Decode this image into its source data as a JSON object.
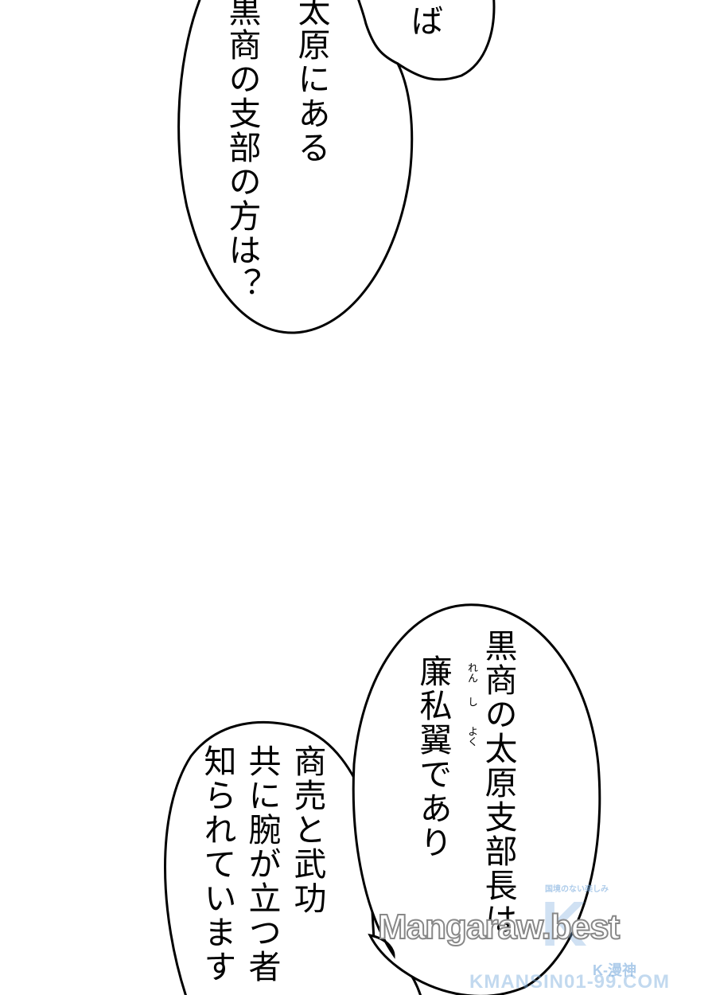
{
  "bubbles": {
    "top_small": {
      "lines": [
        "ば"
      ]
    },
    "top_main": {
      "lines": [
        "太原にある",
        "黒商の支部の方は？"
      ]
    },
    "bottom_right": {
      "lines": [
        "黒商の太原支部長は",
        "廉私翼であり"
      ],
      "furigana": [
        "れん",
        "し",
        "よく"
      ]
    },
    "bottom_left": {
      "lines": [
        "商売と武功",
        "共に腕が立つ者",
        "知られています"
      ]
    }
  },
  "watermarks": {
    "main": "Mangaraw.best",
    "logo": "K",
    "tagline": "国境のない楽しみ",
    "sub": "K-漫神",
    "site": "KMANSIN01-99.COM"
  },
  "colors": {
    "ink": "#000000",
    "paper": "#ffffff",
    "watermark": "#78aadc"
  }
}
